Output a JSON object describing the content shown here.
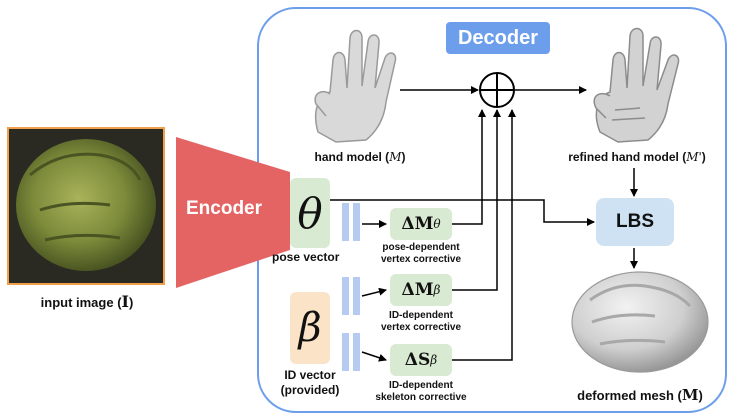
{
  "decoder": {
    "label": "Decoder",
    "box_color": "#4a86e8"
  },
  "encoder": {
    "label": "Encoder",
    "color": "#e46464"
  },
  "input": {
    "caption_text": "input image (",
    "caption_symbol": "I",
    "caption_close": ")"
  },
  "hand_model": {
    "caption_text": "hand model (",
    "caption_symbol": "M",
    "caption_close": ")"
  },
  "refined_model": {
    "caption_text": "refined hand model (",
    "caption_symbol": "M'",
    "caption_close": ")"
  },
  "deformed_mesh": {
    "caption_text": "deformed mesh (",
    "caption_symbol": "M",
    "caption_close": ")"
  },
  "lbs": {
    "label": "LBS"
  },
  "theta": {
    "symbol": "θ",
    "caption": "pose vector"
  },
  "beta": {
    "symbol": "β",
    "caption_line1": "ID vector",
    "caption_line2": "(provided)"
  },
  "delta_m_theta": {
    "main": "ΔM",
    "sub": "θ",
    "caption_line1": "pose-dependent",
    "caption_line2": "vertex corrective"
  },
  "delta_m_beta": {
    "main": "ΔM",
    "sub": "β",
    "caption_line1": "ID-dependent",
    "caption_line2": "vertex corrective"
  },
  "delta_s_beta": {
    "main": "ΔS",
    "sub": "β",
    "caption_line1": "ID-dependent",
    "caption_line2": "skeleton corrective"
  },
  "colors": {
    "green_box": "#d9ead3",
    "orange_box": "#fbe3c8",
    "blue_box": "#cfe2f3",
    "mlp_bar": "#b7cbf0",
    "line": "#000000"
  }
}
